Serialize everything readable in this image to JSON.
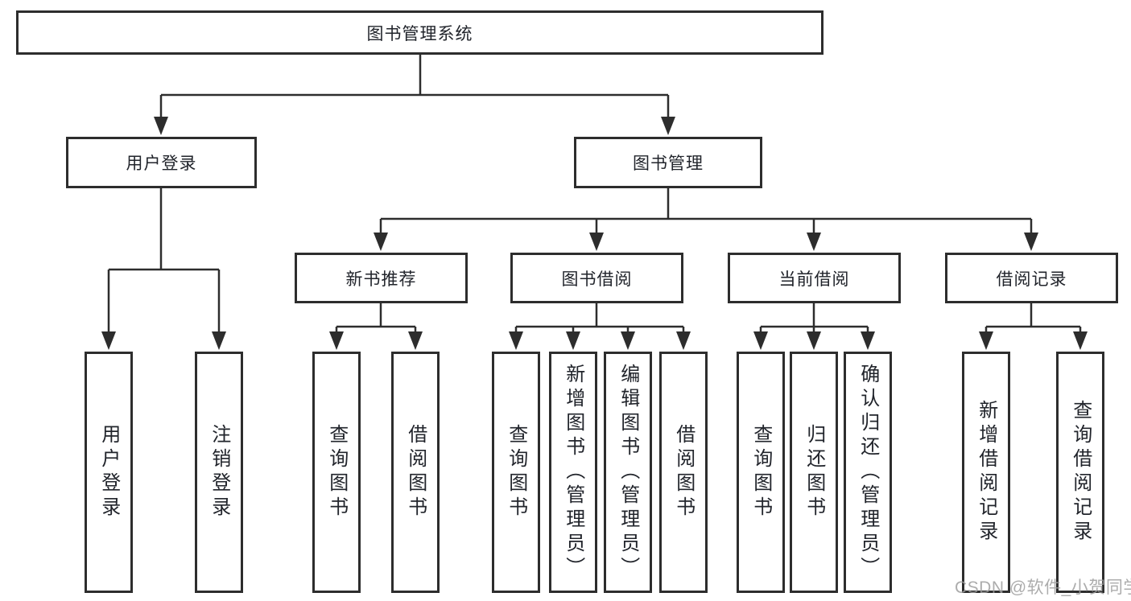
{
  "diagram_type": "tree",
  "nodes": {
    "root": "图书管理系统",
    "user_login": "用户登录",
    "book_mgmt": "图书管理",
    "user_login_leaf": "用户登录",
    "logout_leaf": "注销登录",
    "new_book_rec": "新书推荐",
    "book_borrow": "图书借阅",
    "current_borrow": "当前借阅",
    "borrow_record": "借阅记录",
    "nbr_query_book": "查询图书",
    "nbr_borrow_book": "借阅图书",
    "bb_query_book": "查询图书",
    "bb_add_book": "新增图书（管理员）",
    "bb_edit_book": "编辑图书（管理员）",
    "bb_borrow_book": "借阅图书",
    "cb_query_book": "查询图书",
    "cb_return_book": "归还图书",
    "cb_confirm_return": "确认归还（管理员）",
    "br_add_record": "新增借阅记录",
    "br_query_record": "查询借阅记录"
  },
  "hierarchy": {
    "图书管理系统": {
      "用户登录": [
        "用户登录",
        "注销登录"
      ],
      "图书管理": {
        "新书推荐": [
          "查询图书",
          "借阅图书"
        ],
        "图书借阅": [
          "查询图书",
          "新增图书（管理员）",
          "编辑图书（管理员）",
          "借阅图书"
        ],
        "当前借阅": [
          "查询图书",
          "归还图书",
          "确认归还（管理员）"
        ],
        "借阅记录": [
          "新增借阅记录",
          "查询借阅记录"
        ]
      }
    }
  },
  "watermark": "CSDN @软件_小贺同学",
  "colors": {
    "line": "#2d2d2d",
    "box_border": "#2d2d2d",
    "text": "#21242b",
    "background": "#ffffff",
    "watermark": "#9e9e9e"
  }
}
